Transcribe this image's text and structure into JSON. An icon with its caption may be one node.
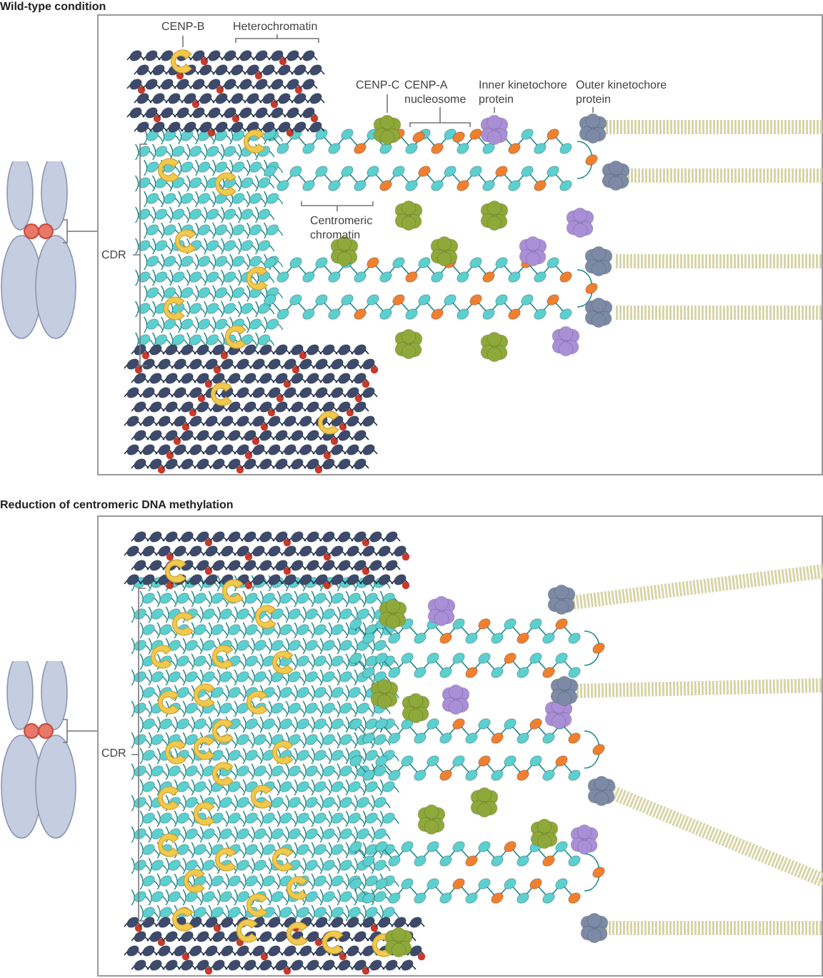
{
  "diagram": {
    "nodes": [
      {
        "text": [
          "Wild-type condition"
        ]
      },
      {
        "text": [
          "CENP-B"
        ],
        "in": 0
      },
      {
        "text": [],
        "shape": "picture",
        "in": 0
      },
      {
        "text": [
          "Heterochromatin"
        ],
        "in": 0
      },
      {
        "text": [
          "CENP-C"
        ],
        "in": 0
      },
      {
        "text": [],
        "shape": "picture",
        "in": 0
      },
      {
        "text": [
          "CENP-A nucleosome"
        ],
        "in": 0
      },
      {
        "text": [],
        "shape": "picture",
        "in": 0
      },
      {
        "text": [
          "Inner kinetochore protein"
        ],
        "in": 0
      },
      {
        "text": [],
        "shape": "picture",
        "in": 0
      },
      {
        "text": [
          "Outer kinetochore protein"
        ],
        "in": 0
      },
      {
        "text": [],
        "shape": "picture",
        "in": 0
      },
      {
        "text": [
          "Centromeric chromatin"
        ],
        "in": 0
      },
      {
        "text": [
          "CDR"
        ],
        "in": 0
      },
      {
        "text": [
          "Reduction of centromeric DNA methylation"
        ]
      },
      {
        "text": [
          "CDR"
        ],
        "in": 14
      }
    ],
    "edges": [
      {
        "from": 1,
        "to": 2,
        "arrow": "none"
      },
      {
        "from": 4,
        "to": 5,
        "arrow": "none"
      },
      {
        "from": 6,
        "to": 7,
        "arrow": "none"
      },
      {
        "from": 8,
        "to": 9,
        "arrow": "none"
      },
      {
        "from": 10,
        "to": 11,
        "arrow": "none"
      }
    ]
  }
}
